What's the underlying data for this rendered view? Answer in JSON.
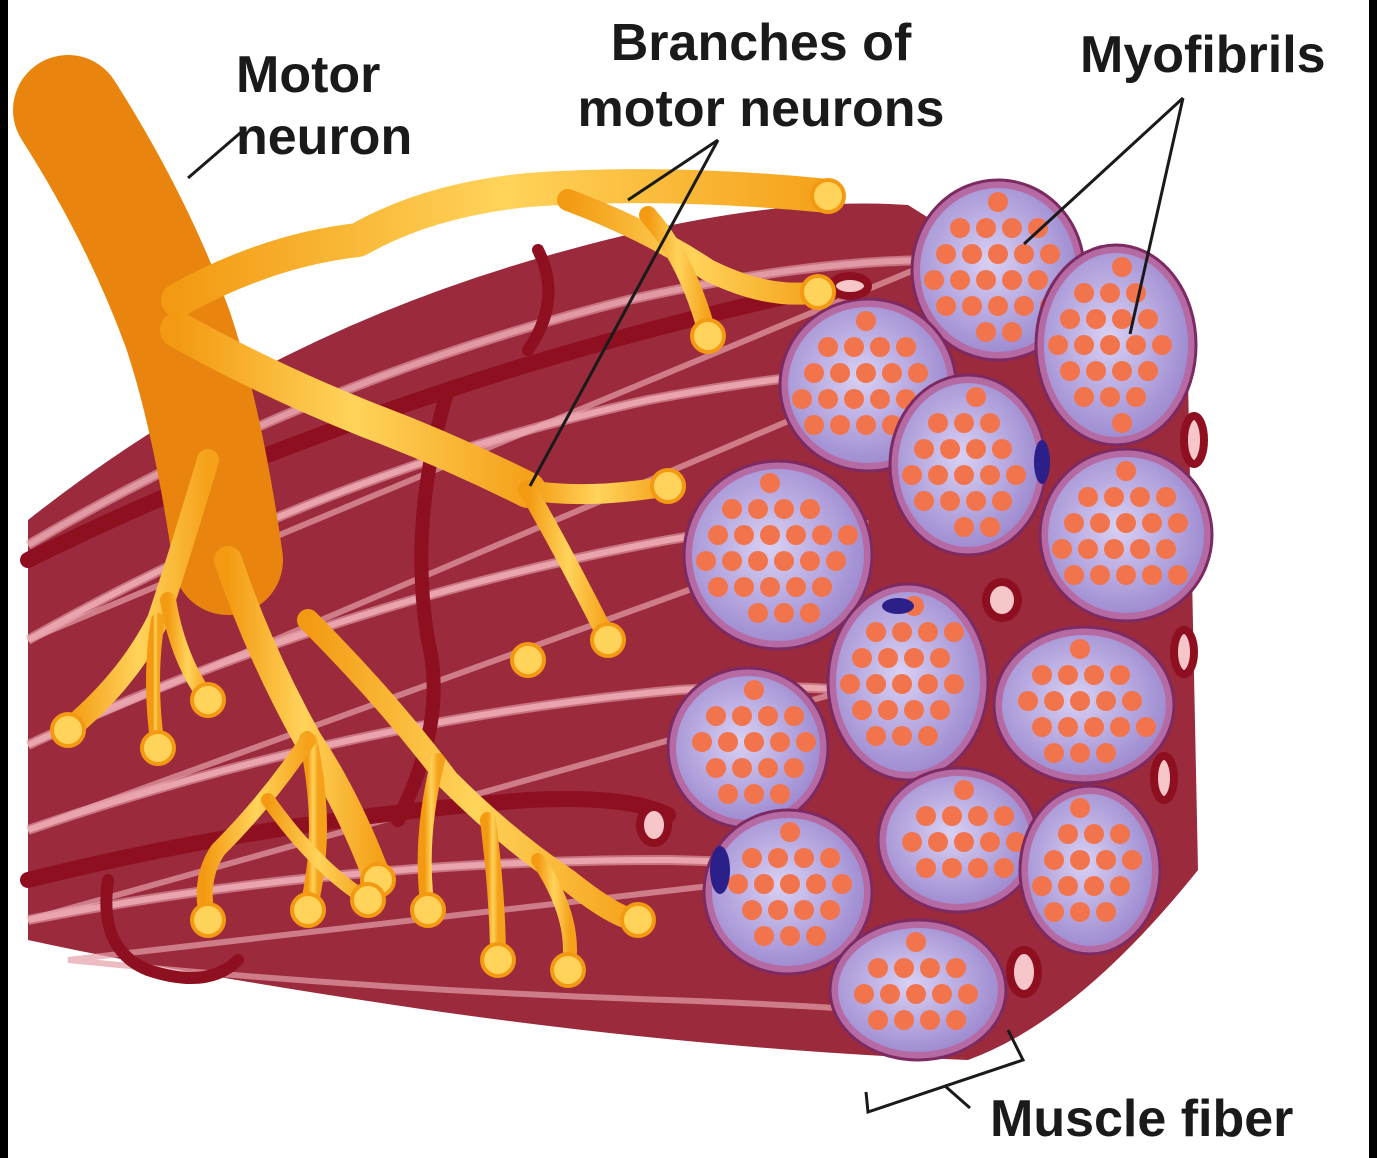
{
  "labels": {
    "motor_neuron": [
      "Motor",
      "neuron"
    ],
    "branches": [
      "Branches of",
      "motor neurons"
    ],
    "myofibrils": "Myofibrils",
    "muscle_fiber": "Muscle fiber"
  },
  "colors": {
    "background": "#ffffff",
    "frame": "#000000",
    "muscle": "#b93a4e",
    "muscle_light": "#dd7484",
    "muscle_dark": "#7a1b2a",
    "blood_vessel": "#8e1020",
    "neuron": "#f7a51e",
    "neuron_light": "#ffe07a",
    "fiber_outline": "#b56aa4",
    "fiber_fill": "#c6b8e8",
    "myofibril": "#f2744d",
    "nucleus": "#2b1f8a",
    "leader_line": "#1a1a1a"
  }
}
